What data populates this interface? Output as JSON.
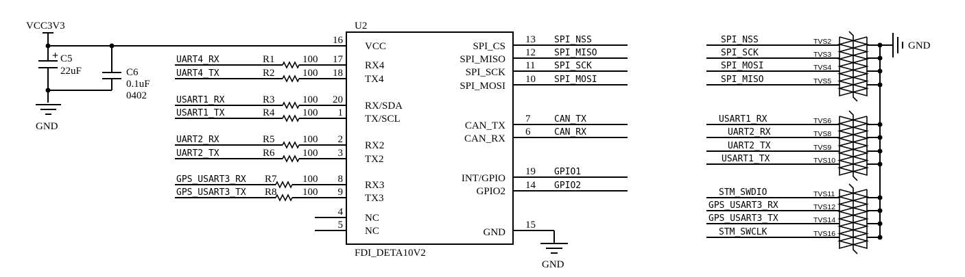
{
  "power": {
    "supply_label": "VCC3V3",
    "gnd_label": "GND"
  },
  "capacitors": [
    {
      "ref": "C5",
      "value": "22uF",
      "polarized": true,
      "polarity_mark": "+"
    },
    {
      "ref": "C6",
      "value": "0.1uF",
      "package": "0402"
    }
  ],
  "u2": {
    "ref": "U2",
    "part": "FDI_DETA10V2",
    "left_pins": [
      {
        "num": "16",
        "name": "VCC",
        "net": ""
      },
      {
        "num": "17",
        "name": "RX4",
        "net": "UART4_RX",
        "res": "R1",
        "res_value": "100"
      },
      {
        "num": "18",
        "name": "TX4",
        "net": "UART4_TX",
        "res": "R2",
        "res_value": "100"
      },
      {
        "num": "20",
        "name": "RX/SDA",
        "net": "USART1_RX",
        "res": "R3",
        "res_value": "100"
      },
      {
        "num": "1",
        "name": "TX/SCL",
        "net": "USART1_TX",
        "res": "R4",
        "res_value": "100"
      },
      {
        "num": "2",
        "name": "RX2",
        "net": "UART2_RX",
        "res": "R5",
        "res_value": "100"
      },
      {
        "num": "3",
        "name": "TX2",
        "net": "UART2_TX",
        "res": "R6",
        "res_value": "100"
      },
      {
        "num": "8",
        "name": "RX3",
        "net": "GPS_USART3_RX",
        "res": "R7",
        "res_value": "100"
      },
      {
        "num": "9",
        "name": "TX3",
        "net": "GPS_USART3_TX",
        "res": "R8",
        "res_value": "100"
      },
      {
        "num": "4",
        "name": "NC",
        "net": ""
      },
      {
        "num": "5",
        "name": "NC",
        "net": ""
      }
    ],
    "right_pins": [
      {
        "num": "13",
        "name": "SPI_CS",
        "net": "SPI_NSS"
      },
      {
        "num": "12",
        "name": "SPI_MISO",
        "net": "SPI_MISO"
      },
      {
        "num": "11",
        "name": "SPI_SCK",
        "net": "SPI_SCK"
      },
      {
        "num": "10",
        "name": "SPI_MOSI",
        "net": "SPI_MOSI"
      },
      {
        "num": "7",
        "name": "CAN_TX",
        "net": "CAN_TX"
      },
      {
        "num": "6",
        "name": "CAN_RX",
        "net": "CAN_RX"
      },
      {
        "num": "19",
        "name": "INT/GPIO",
        "net": "GPIO1"
      },
      {
        "num": "14",
        "name": "GPIO2",
        "net": "GPIO2"
      },
      {
        "num": "15",
        "name": "GND",
        "net": "GND"
      }
    ]
  },
  "tvs_groups": [
    {
      "lines": [
        {
          "net": "SPI_NSS",
          "ref": "TVS2"
        },
        {
          "net": "SPI_SCK",
          "ref": "TVS3"
        },
        {
          "net": "SPI_MOSI",
          "ref": "TVS4"
        },
        {
          "net": "SPI_MISO",
          "ref": "TVS5"
        }
      ]
    },
    {
      "lines": [
        {
          "net": "USART1_RX",
          "ref": "TVS6"
        },
        {
          "net": "UART2_RX",
          "ref": "TVS8"
        },
        {
          "net": "UART2_TX",
          "ref": "TVS9"
        },
        {
          "net": "USART1_TX",
          "ref": "TVS10"
        }
      ]
    },
    {
      "lines": [
        {
          "net": "STM_SWDIO",
          "ref": "TVS11"
        },
        {
          "net": "GPS_USART3_RX",
          "ref": "TVS12"
        },
        {
          "net": "GPS_USART3_TX",
          "ref": "TVS14"
        },
        {
          "net": "STM_SWCLK",
          "ref": "TVS16"
        }
      ]
    }
  ],
  "tvs_gnd_label": "GND"
}
